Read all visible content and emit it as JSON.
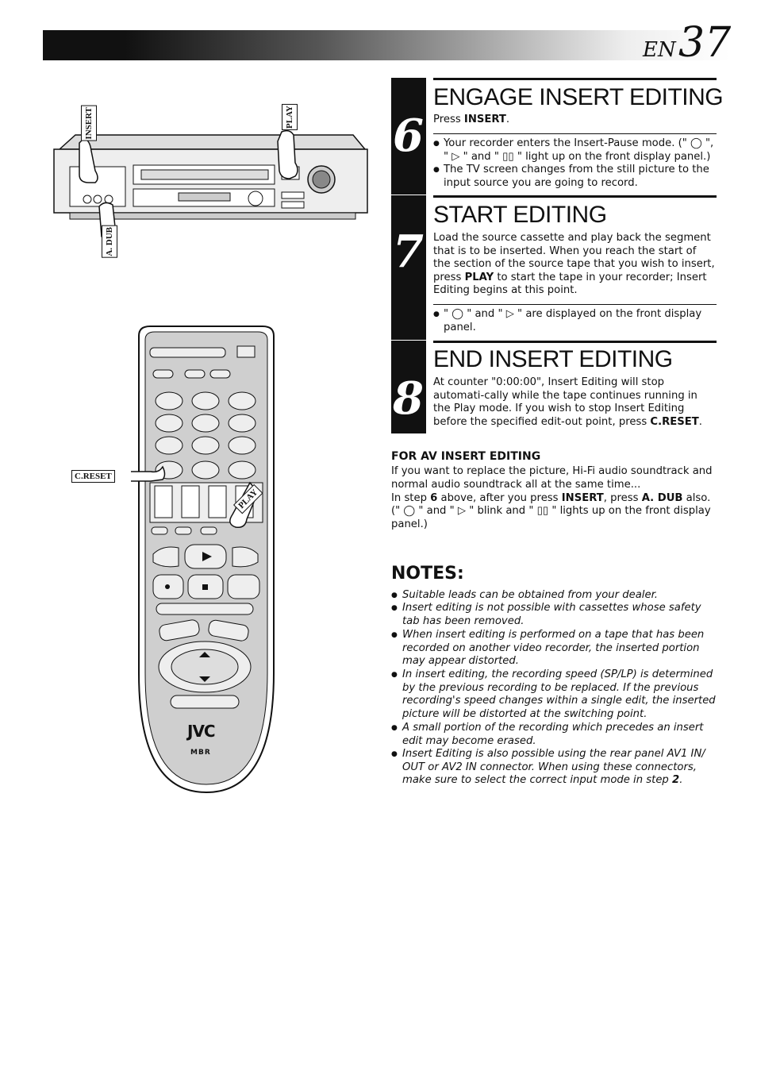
{
  "header": {
    "lang": "EN",
    "page": "37"
  },
  "steps": [
    {
      "num": "6",
      "title": "ENGAGE INSERT EDITING",
      "intro_prefix": "Press ",
      "intro_bold": "INSERT",
      "intro_suffix": ".",
      "bullets": [
        "Your recorder enters the Insert-Pause mode. (\" ◯ \", \" ▷ \" and \" ▯▯ \" light up on the front display panel.)",
        "The TV screen changes from the still picture to the input source you are going to record."
      ]
    },
    {
      "num": "7",
      "title": "START EDITING",
      "body_pre": "Load the source cassette and play back the segment that is to be inserted.  When you reach the start of the section of the source tape that you wish to insert, press ",
      "body_bold": "PLAY",
      "body_post": " to start the tape in your recorder; Insert Editing begins at this point.",
      "bullets": [
        "\" ◯ \" and \" ▷ \" are displayed on the front display panel."
      ]
    },
    {
      "num": "8",
      "title": "END INSERT EDITING",
      "body_pre": "At counter \"0:00:00\", Insert Editing will stop automati-cally while the tape continues running in the Play mode. If you wish to stop Insert Editing before the specified edit-out point, press ",
      "body_bold": "C.RESET",
      "body_post": "."
    }
  ],
  "av_insert": {
    "title": "FOR AV INSERT EDITING",
    "line1": "If you want to replace the picture, Hi-Fi audio soundtrack and normal audio soundtrack all at the same time...",
    "l2_a": "In step ",
    "l2_b": "6",
    "l2_c": " above, after you press ",
    "l2_d": "INSERT",
    "l2_e": ", press ",
    "l2_f": "A. DUB",
    "l2_g": " also.",
    "line3": "(\" ◯ \" and \" ▷ \" blink and \" ▯▯ \" lights up on the front display panel.)"
  },
  "notes": {
    "title": "NOTES:",
    "items": [
      "Suitable leads can be obtained from your dealer.",
      "Insert editing is not possible with cassettes whose safety tab has been removed.",
      "When insert editing is performed on a tape that has been recorded on another video recorder, the inserted portion may appear distorted.",
      "In insert editing, the recording speed (SP/LP) is determined by the previous recording to be replaced. If the previous recording's speed changes within a single edit, the inserted picture will be distorted at the switching point.",
      "A small portion of the recording which precedes an insert edit may become erased."
    ],
    "last_pre": "Insert Editing is also possible using the rear panel AV1 IN/ OUT or AV2 IN connector. When using these connectors, make sure to select the correct input mode in step ",
    "last_bold": "2",
    "last_post": "."
  },
  "labels": {
    "insert": "INSERT",
    "play": "PLAY",
    "adub": "A. DUB",
    "creset": "C.RESET",
    "play2": "PLAY"
  },
  "remote": {
    "brand": "JVC",
    "model_logo": "MBR"
  }
}
